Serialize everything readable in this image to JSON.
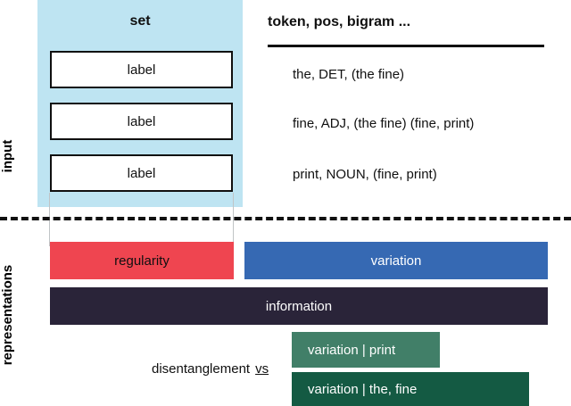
{
  "sections": {
    "input_label": "input",
    "representations_label": "representations"
  },
  "input_panel": {
    "title": "set",
    "boxes": [
      {
        "label": "label"
      },
      {
        "label": "label"
      },
      {
        "label": "label"
      }
    ]
  },
  "features": {
    "header": "token, pos, bigram ...",
    "rows": [
      "the, DET,  (the fine)",
      "fine, ADJ,  (the fine) (fine, print)",
      "print, NOUN,  (fine, print)"
    ]
  },
  "representations": {
    "bars": [
      {
        "label": "regularity",
        "color": "#ef4550"
      },
      {
        "label": "variation",
        "color": "#3669b3"
      },
      {
        "label": "information",
        "color": "#2a2439"
      },
      {
        "label": "variation | print",
        "color": "#417f68"
      },
      {
        "label": "variation | the, fine",
        "color": "#145a43"
      }
    ],
    "caption": "disentanglement",
    "caption_vs": "vs"
  },
  "colors": {
    "panel_background": "#bee4f2",
    "regularity": "#ef4550",
    "variation": "#3669b3",
    "information": "#2a2439",
    "variation_print": "#417f68",
    "variation_the_fine": "#145a43",
    "stroke": "#101010",
    "connector": "#c0c4c6"
  }
}
